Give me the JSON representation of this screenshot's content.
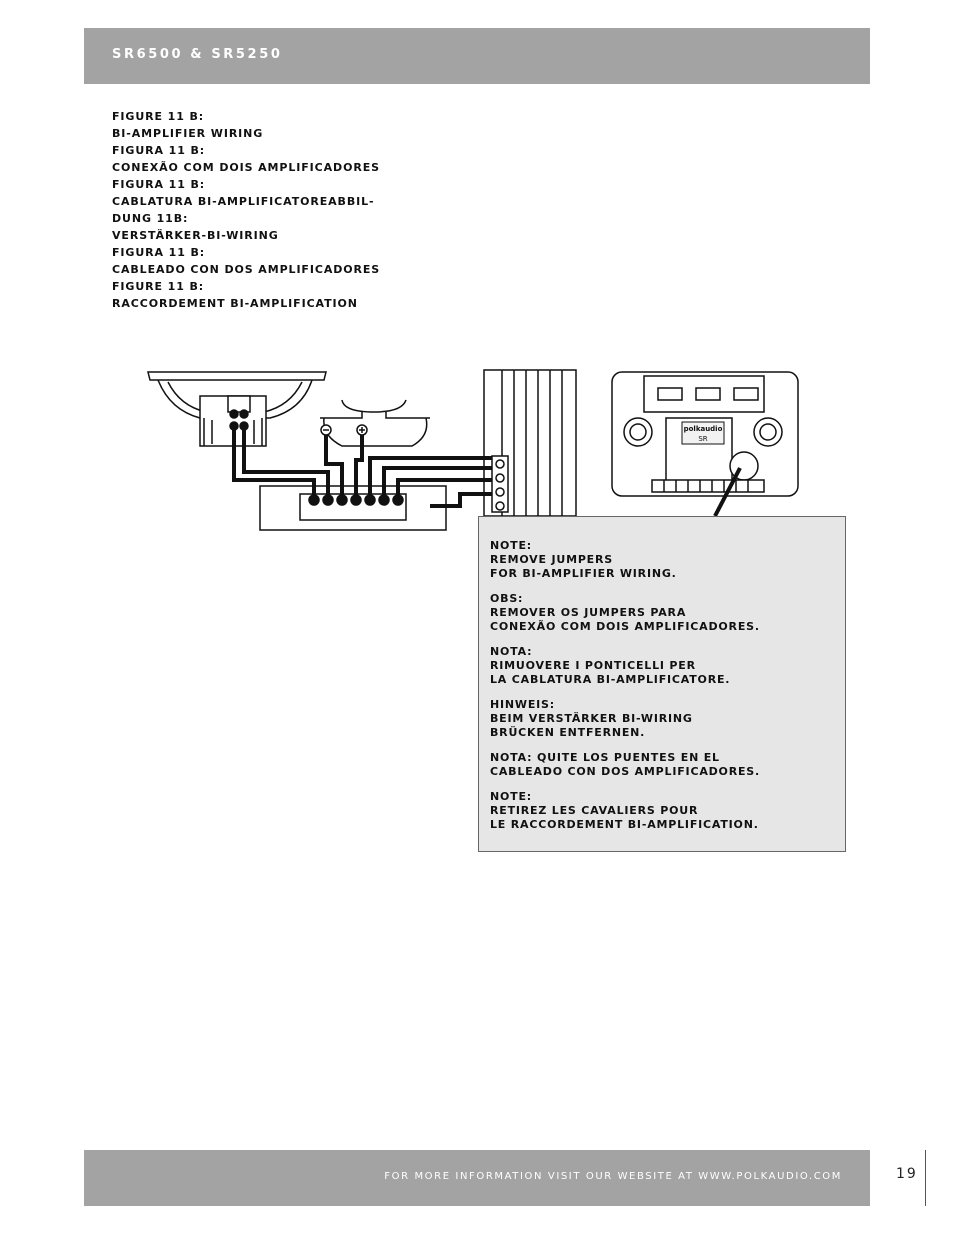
{
  "header": {
    "title": "SR6500 & SR5250"
  },
  "captions": [
    "FIGURE 11 B:",
    "BI-AMPLIFIER WIRING",
    "FIGURA 11 B:",
    "CONEXÃO COM DOIS AMPLIFICADORES",
    "FIGURA 11 B:",
    "CABLATURA BI-AMPLIFICATOREABBIL-",
    "DUNG 11B:",
    "VERSTÄRKER-BI-WIRING",
    "FIGURA 11 B:",
    "CABLEADO CON DOS AMPLIFICADORES",
    "FIGURE 11 B:",
    "RACCORDEMENT BI-AMPLIFICATION"
  ],
  "diagram": {
    "crossover_brand": "polkaudio",
    "crossover_model": "SR"
  },
  "notes": [
    [
      "NOTE:",
      "REMOVE JUMPERS",
      "FOR BI-AMPLIFIER WIRING."
    ],
    [
      "OBS:",
      "REMOVER OS JUMPERS PARA",
      "CONEXÃO COM DOIS AMPLIFICADORES."
    ],
    [
      "NOTA:",
      "RIMUOVERE I PONTICELLI PER",
      "LA CABLATURA BI-AMPLIFICATORE."
    ],
    [
      "HINWEIS:",
      "BEIM VERSTÄRKER BI-WIRING",
      "BRÜCKEN ENTFERNEN."
    ],
    [
      "NOTA: QUITE LOS PUENTES EN EL",
      "CABLEADO CON DOS AMPLIFICADORES."
    ],
    [
      "NOTE:",
      "RETIREZ LES CAVALIERS POUR",
      "LE RACCORDEMENT BI-AMPLIFICATION."
    ]
  ],
  "footer": {
    "text": "FOR MORE INFORMATION VISIT OUR WEBSITE AT WWW.POLKAUDIO.COM"
  },
  "page_number": "19"
}
